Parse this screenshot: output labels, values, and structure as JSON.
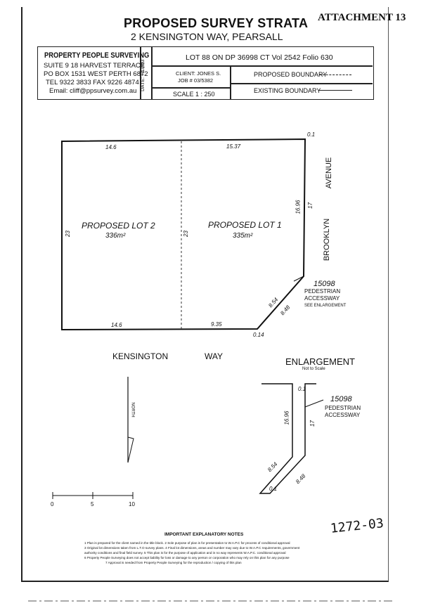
{
  "attachment": "ATTACHMENT 13",
  "title": "PROPOSED SURVEY STRATA",
  "subtitle": "2 KENSINGTON WAY,  PEARSALL",
  "firm": {
    "name": "PROPERTY PEOPLE SURVEYING",
    "address1": "SUITE 9 18 HARVEST TERRACE",
    "address2": "PO BOX 1531 WEST PERTH 6872",
    "phone": "TEL  9322 3833   FAX 9226 4874",
    "email": "Email: cliff@ppsurvey.com.au"
  },
  "date": "DATE: 7/10/03",
  "lot_info": "LOT 88 ON DP 36998  CT Vol 2542 Folio 630",
  "client": "CLIENT: JONES S.",
  "job": "JOB # 03/5382",
  "scale": "SCALE 1 : 250",
  "legend": {
    "proposed": "PROPOSED BOUNDARY",
    "existing": "EXISTING BOUNDARY"
  },
  "plan": {
    "lot2_name": "PROPOSED LOT 2",
    "lot2_area": "336m²",
    "lot1_name": "PROPOSED LOT 1",
    "lot1_area": "335m²",
    "top_left": "14.6",
    "top_right": "15.37",
    "bottom_left": "14.6",
    "bottom_right": "9.35",
    "left_side": "23",
    "middle_side": "23",
    "right_upper": "16.96",
    "right_17": "17",
    "diag1": "8.54",
    "diag2": "8.48",
    "corner_top": "0.1",
    "corner_bottom": "0.14",
    "lot_number": "15098",
    "pedestrian1": "PEDESTRIAN",
    "pedestrian2": "ACCESSWAY",
    "see_enlargement": "SEE ENLARGEMENT",
    "avenue": "AVENUE",
    "brooklyn": "BROOKLYN",
    "kensington": "KENSINGTON",
    "way": "WAY"
  },
  "enlargement": {
    "title": "ENLARGEMENT",
    "note": "Not to Scale",
    "top": "0.1",
    "side1": "16.96",
    "side2": "17",
    "diag1": "8.54",
    "diag2": "8.48",
    "bottom": "0.1",
    "lot_number": "15098",
    "pedestrian1": "PEDESTRIAN",
    "pedestrian2": "ACCESSWAY"
  },
  "north": "NORTH",
  "scalebar": [
    "0",
    "5",
    "10"
  ],
  "handwritten": "1272-03",
  "notes": {
    "heading": "IMPORTANT EXPLANATORY NOTES",
    "line1": "1 Plan is prepared for the client named in the title block.  2 Sole purpose of plan is for presentation to W.A.P.C for process of conditional approval",
    "line2": "3 Original lot dimensions taken from L.T.O survey plans.  4 Final lot dimensions, areas and number may vary due to W.A.P.C requirements, government",
    "line3": "authority conditions and final field survey.  5 This plan is for the purpose of application and in no way represents W.A.P.C. conditional approval",
    "line4": "6 Property People Surveying does not accept liability for loss or damage to any person or corporation who may rely on this plan for any purpose",
    "line5": "7 Approval is needed from Property People Surveying for the reproduction / copying of this plan"
  }
}
